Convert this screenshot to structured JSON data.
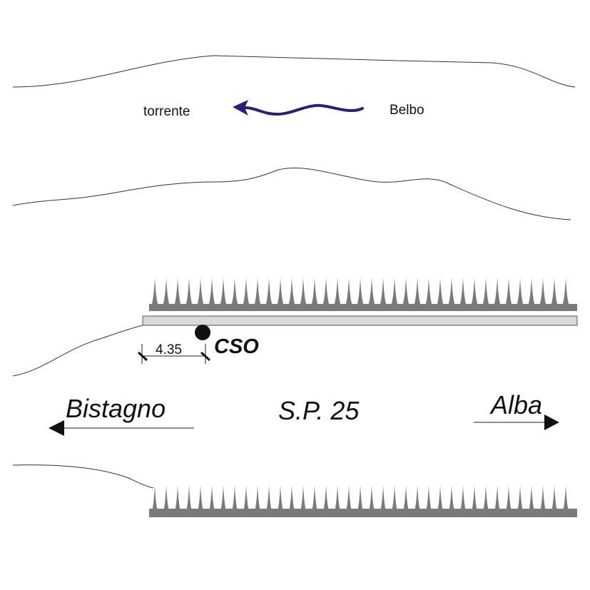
{
  "river": {
    "label_left": "torrente",
    "label_right": "Belbo",
    "arrow_color": "#2a1f78"
  },
  "road": {
    "name": "S.P. 25",
    "dest_left": "Bistagno",
    "dest_right": "Alba"
  },
  "point": {
    "label": "CSO",
    "distance": "4.35"
  },
  "colors": {
    "vegetation": "#7a7a7a",
    "road_strip": "#d9d9d9",
    "line": "#333333"
  }
}
